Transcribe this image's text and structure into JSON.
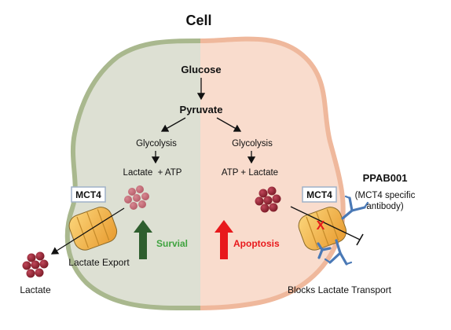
{
  "title": "Cell",
  "pathway": {
    "glucose": "Glucose",
    "pyruvate": "Pyruvate",
    "glycolysis_left": "Glycolysis",
    "glycolysis_right": "Glycolysis",
    "lactate_atp_left": "Lactate  + ATP",
    "atp_lactate_right": "ATP + Lactate"
  },
  "left": {
    "mct4_label": "MCT4",
    "export_label": "Lactate Export",
    "lactate_label": "Lactate",
    "survival_label": "Survial",
    "survival_color": "#3fa33f",
    "arrow_color": "#2e5e2e"
  },
  "right": {
    "mct4_label": "MCT4",
    "drug_name": "PPAB001",
    "drug_desc_line1": "(MCT4 specific",
    "drug_desc_line2": "antibody)",
    "blocks_label": "Blocks Lactate Transport",
    "apoptosis_label": "Apoptosis",
    "apoptosis_color": "#e8191c",
    "block_mark": "X"
  },
  "colors": {
    "left_fill": "#dde0d3",
    "left_border": "#a9b88e",
    "right_fill": "#f9dccd",
    "right_border": "#efb89c",
    "transporter": "#f4b64c",
    "lactate": "#8b2330",
    "antibody": "#4a79b6"
  }
}
